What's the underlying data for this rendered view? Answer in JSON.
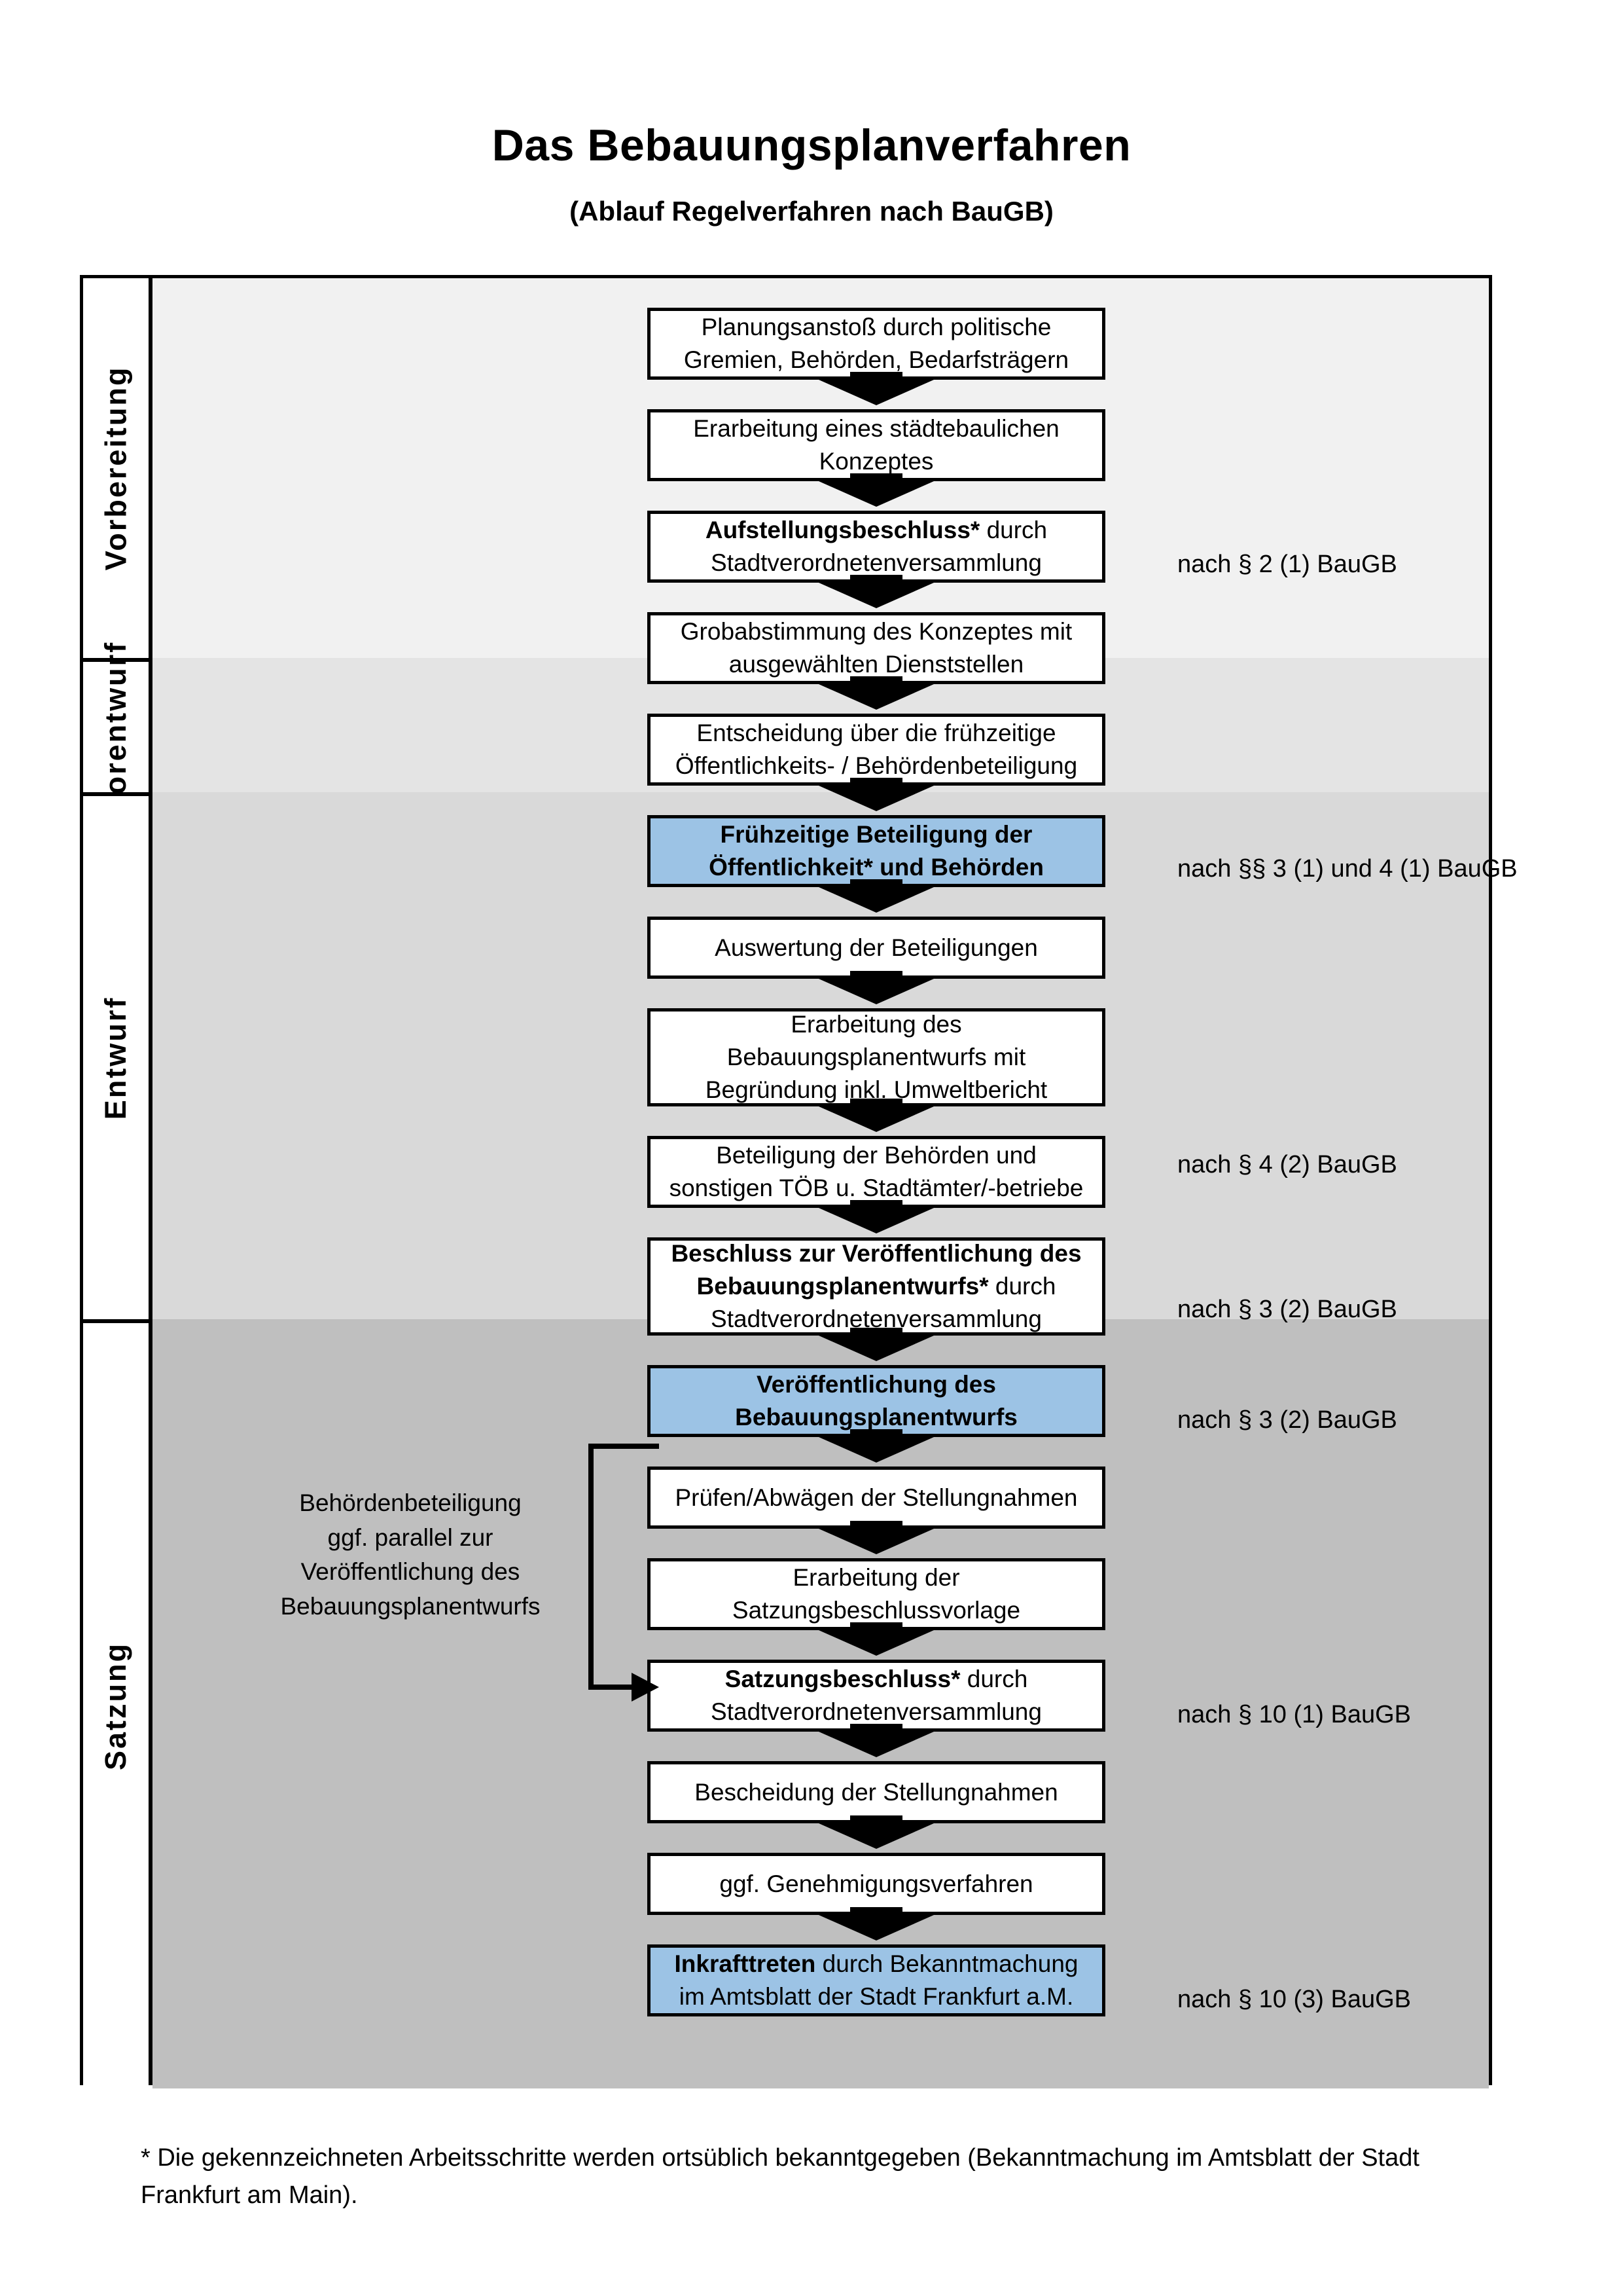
{
  "document": {
    "title": "Das Bebauungsplanverfahren",
    "subtitle": "(Ablauf Regelverfahren nach BauGB)",
    "footnote_line1": "* Die gekennzeichneten Arbeitsschritte werden ortsüblich bekanntgegeben (Bekanntmachung im Amtsblatt  der Stadt",
    "footnote_line2": "Frankfurt am Main)."
  },
  "colors": {
    "highlight_blue": "#9CC3E5",
    "band_1": "#F1F1F1",
    "band_2": "#E4E4E4",
    "band_3": "#D9D9D9",
    "band_4": "#BFBFBF",
    "line": "#000000"
  },
  "phases": [
    {
      "label": "Vorbereitung",
      "shade": "#F1F1F1"
    },
    {
      "label": "Vorentwurf",
      "shade": "#E4E4E4"
    },
    {
      "label": "Entwurf",
      "shade": "#D9D9D9"
    },
    {
      "label": "Satzung",
      "shade": "#BFBFBF"
    }
  ],
  "steps": [
    {
      "id": "planungsanstoss",
      "phase": "Vorbereitung",
      "highlight": false,
      "lines": [
        {
          "text": "Planungsanstoß durch politische",
          "bold": false
        },
        {
          "text": "Gremien, Behörden, Bedarfsträgern",
          "bold": false
        }
      ]
    },
    {
      "id": "staedtebauliches-konzept",
      "phase": "Vorbereitung",
      "highlight": false,
      "lines": [
        {
          "text": "Erarbeitung eines städtebaulichen",
          "bold": false
        },
        {
          "text": "Konzeptes",
          "bold": false
        }
      ]
    },
    {
      "id": "aufstellungsbeschluss",
      "phase": "Vorbereitung",
      "highlight": false,
      "lines": [
        {
          "text": "Aufstellungsbeschluss*",
          "bold": true,
          "suffix": " durch"
        },
        {
          "text": "Stadtverordnetenversammlung",
          "bold": false
        }
      ]
    },
    {
      "id": "grobabstimmung",
      "phase": "Vorentwurf",
      "highlight": false,
      "lines": [
        {
          "text": "Grobabstimmung des Konzeptes mit",
          "bold": false
        },
        {
          "text": "ausgewählten Dienststellen",
          "bold": false
        }
      ]
    },
    {
      "id": "entscheidung-fruehzeitige-beteiligung",
      "phase": "Vorentwurf",
      "highlight": false,
      "lines": [
        {
          "text": "Entscheidung über die frühzeitige",
          "bold": false
        },
        {
          "text": "Öffentlichkeits- / Behördenbeteiligung",
          "bold": false
        }
      ]
    },
    {
      "id": "fruehzeitige-beteiligung",
      "phase": "Vorentwurf",
      "highlight": true,
      "lines": [
        {
          "text": "Frühzeitige Beteiligung der",
          "bold": true
        },
        {
          "text": "Öffentlichkeit* und Behörden",
          "bold": true
        }
      ]
    },
    {
      "id": "auswertung-beteiligungen",
      "phase": "Entwurf",
      "highlight": false,
      "lines": [
        {
          "text": "Auswertung der Beteiligungen",
          "bold": false
        }
      ]
    },
    {
      "id": "erarbeitung-bplanentwurf",
      "phase": "Entwurf",
      "highlight": false,
      "lines": [
        {
          "text": "Erarbeitung des",
          "bold": false
        },
        {
          "text": "Bebauungsplanentwurfs mit",
          "bold": false
        },
        {
          "text": "Begründung inkl. Umweltbericht",
          "bold": false
        }
      ]
    },
    {
      "id": "beteiligung-behoerden",
      "phase": "Entwurf",
      "highlight": false,
      "lines": [
        {
          "text": "Beteiligung der Behörden und",
          "bold": false
        },
        {
          "text": "sonstigen TÖB u. Stadtämter/-betriebe",
          "bold": false
        }
      ]
    },
    {
      "id": "beschluss-veroeffentlichung",
      "phase": "Entwurf",
      "highlight": false,
      "lines": [
        {
          "text": "Beschluss zur Veröffentlichung des",
          "bold": true
        },
        {
          "text": "Bebauungsplanentwurfs*",
          "bold": true,
          "suffix": " durch"
        },
        {
          "text": "Stadtverordnetenversammlung",
          "bold": false
        }
      ]
    },
    {
      "id": "veroeffentlichung-bplanentwurf",
      "phase": "Entwurf",
      "highlight": true,
      "lines": [
        {
          "text": "Veröffentlichung des",
          "bold": true
        },
        {
          "text": "Bebauungsplanentwurfs",
          "bold": true
        }
      ]
    },
    {
      "id": "pruefen-abwaegen",
      "phase": "Satzung",
      "highlight": false,
      "lines": [
        {
          "text": "Prüfen/Abwägen der Stellungnahmen",
          "bold": false
        }
      ]
    },
    {
      "id": "satzungsbeschlussvorlage",
      "phase": "Satzung",
      "highlight": false,
      "lines": [
        {
          "text": "Erarbeitung der",
          "bold": false
        },
        {
          "text": "Satzungsbeschlussvorlage",
          "bold": false
        }
      ]
    },
    {
      "id": "satzungsbeschluss",
      "phase": "Satzung",
      "highlight": false,
      "lines": [
        {
          "text": "Satzungsbeschluss*",
          "bold": true,
          "suffix": " durch"
        },
        {
          "text": "Stadtverordnetenversammlung",
          "bold": false
        }
      ]
    },
    {
      "id": "bescheidung-stellungnahmen",
      "phase": "Satzung",
      "highlight": false,
      "lines": [
        {
          "text": "Bescheidung der Stellungnahmen",
          "bold": false
        }
      ]
    },
    {
      "id": "genehmigungsverfahren",
      "phase": "Satzung",
      "highlight": false,
      "lines": [
        {
          "text": "ggf. Genehmigungsverfahren",
          "bold": false
        }
      ]
    },
    {
      "id": "inkrafttreten",
      "phase": "Satzung",
      "highlight": true,
      "lines": [
        {
          "text": "Inkrafttreten",
          "bold": true,
          "suffix": " durch Bekanntmachung"
        },
        {
          "text": "im Amtsblatt der Stadt Frankfurt a.M.",
          "bold": false
        }
      ]
    }
  ],
  "annotations": [
    {
      "id": "ann-p2-1",
      "text": "nach § 2 (1) BauGB",
      "for_step": "aufstellungsbeschluss"
    },
    {
      "id": "ann-p3p4",
      "text": "nach §§ 3 (1) und 4 (1) BauGB",
      "for_step": "fruehzeitige-beteiligung"
    },
    {
      "id": "ann-p4-2",
      "text": "nach § 4 (2) BauGB",
      "for_step": "beteiligung-behoerden"
    },
    {
      "id": "ann-p3-2a",
      "text": "nach § 3 (2) BauGB",
      "for_step": "beschluss-veroeffentlichung"
    },
    {
      "id": "ann-p3-2b",
      "text": "nach § 3 (2) BauGB",
      "for_step": "veroeffentlichung-bplanentwurf"
    },
    {
      "id": "ann-p10-1",
      "text": "nach § 10 (1) BauGB",
      "for_step": "satzungsbeschluss"
    },
    {
      "id": "ann-p10-3",
      "text": "nach § 10 (3) BauGB",
      "for_step": "inkrafttreten"
    }
  ],
  "side_note": {
    "lines": [
      "Behördenbeteiligung",
      "ggf. parallel zur",
      "Veröffentlichung des",
      "Bebauungsplanentwurfs"
    ]
  }
}
